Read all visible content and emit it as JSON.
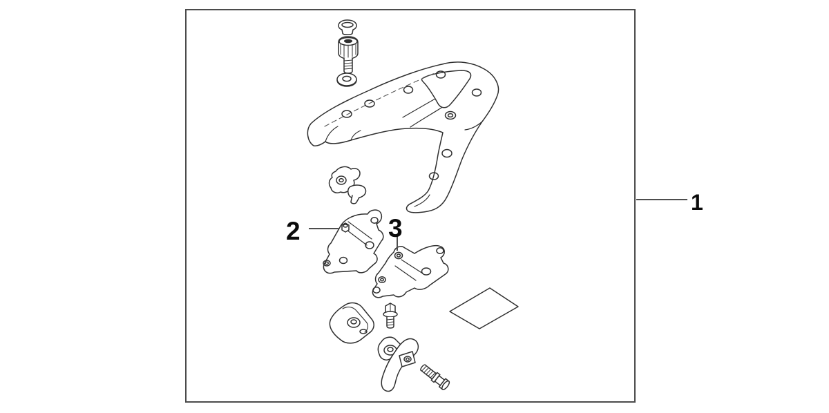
{
  "figure": {
    "background": "#ffffff",
    "box_border_color": "#4b4b4b",
    "line_color": "#2f2f2f",
    "label_color": "#0b0b0b"
  },
  "callouts": [
    {
      "label": "1",
      "target": "parts-kit-box"
    },
    {
      "label": "2",
      "target": "left-mounting-bracket"
    },
    {
      "label": "3",
      "target": "right-mounting-bracket"
    }
  ],
  "parts": [
    "cap-nut",
    "socket-head-bolt",
    "washer",
    "carrier-rack",
    "bolt-holder-clamp",
    "left-mounting-bracket",
    "right-mounting-bracket",
    "spacer-bracket",
    "flange-bolt",
    "template-sheet",
    "hook-assembly",
    "shoulder-bolt"
  ]
}
